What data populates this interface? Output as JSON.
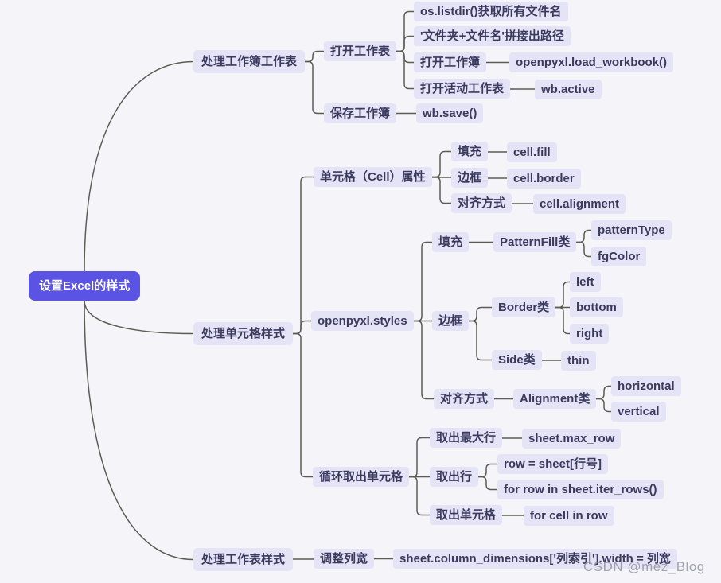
{
  "colors": {
    "canvas": "#f4f4f9",
    "node_bg": "#e5e3f6",
    "node_text": "#3b3a5e",
    "root_bg": "#5b53e3",
    "root_text": "#ffffff",
    "line": "#5c5c54",
    "watermark": "#8f8f9c"
  },
  "watermark": "CSDN @mez_Blog",
  "nodes": {
    "root": {
      "label": "设置Excel的样式"
    },
    "wb_ws": {
      "label": "处理工作簿工作表"
    },
    "open_ws": {
      "label": "打开工作表"
    },
    "os_listdir": {
      "label": "os.listdir()获取所有文件名"
    },
    "path_join": {
      "label": "'文件夹+文件名'拼接出路径"
    },
    "open_wb": {
      "label": "打开工作簿"
    },
    "load_wb": {
      "label": "openpyxl.load_workbook()"
    },
    "open_active": {
      "label": "打开活动工作表"
    },
    "wb_active": {
      "label": "wb.active"
    },
    "save_wb": {
      "label": "保存工作簿"
    },
    "wb_save": {
      "label": "wb.save()"
    },
    "cell_style": {
      "label": "处理单元格样式"
    },
    "cell_attr": {
      "label": "单元格（Cell）属性"
    },
    "fill1": {
      "label": "填充"
    },
    "cell_fill": {
      "label": "cell.fill"
    },
    "border1": {
      "label": "边框"
    },
    "cell_border": {
      "label": "cell.border"
    },
    "align1": {
      "label": "对齐方式"
    },
    "cell_alignment": {
      "label": "cell.alignment"
    },
    "styles": {
      "label": "openpyxl.styles"
    },
    "fill2": {
      "label": "填充"
    },
    "patternfill": {
      "label": "PatternFill类"
    },
    "patterntype": {
      "label": "patternType"
    },
    "fgcolor": {
      "label": "fgColor"
    },
    "border2": {
      "label": "边框"
    },
    "border_cls": {
      "label": "Border类"
    },
    "b_left": {
      "label": "left"
    },
    "b_bottom": {
      "label": "bottom"
    },
    "b_right": {
      "label": "right"
    },
    "side_cls": {
      "label": "Side类"
    },
    "thin": {
      "label": "thin"
    },
    "align2": {
      "label": "对齐方式"
    },
    "alignment_cls": {
      "label": "Alignment类"
    },
    "horizontal": {
      "label": "horizontal"
    },
    "vertical": {
      "label": "vertical"
    },
    "loop_cells": {
      "label": "循环取出单元格"
    },
    "max_row": {
      "label": "取出最大行"
    },
    "sheet_max_row": {
      "label": "sheet.max_row"
    },
    "get_row": {
      "label": "取出行"
    },
    "row_sheet": {
      "label": "row = sheet[行号]"
    },
    "iter_rows": {
      "label": "for row in sheet.iter_rows()"
    },
    "get_cell": {
      "label": "取出单元格"
    },
    "cell_in_row": {
      "label": "for cell in row"
    },
    "sheet_style": {
      "label": "处理工作表样式"
    },
    "col_width": {
      "label": "调整列宽"
    },
    "col_dim": {
      "label": "sheet.column_dimensions['列索引'].width = 列宽"
    }
  },
  "edges": [
    {
      "from": "root",
      "to": "wb_ws",
      "curve": true
    },
    {
      "from": "root",
      "to": "cell_style",
      "curve": true
    },
    {
      "from": "root",
      "to": "sheet_style",
      "curve": true
    },
    {
      "from": "wb_ws",
      "to": "open_ws"
    },
    {
      "from": "wb_ws",
      "to": "save_wb"
    },
    {
      "from": "open_ws",
      "to": "os_listdir"
    },
    {
      "from": "open_ws",
      "to": "path_join"
    },
    {
      "from": "open_ws",
      "to": "open_wb"
    },
    {
      "from": "open_ws",
      "to": "open_active"
    },
    {
      "from": "open_wb",
      "to": "load_wb"
    },
    {
      "from": "open_active",
      "to": "wb_active"
    },
    {
      "from": "save_wb",
      "to": "wb_save"
    },
    {
      "from": "cell_style",
      "to": "cell_attr"
    },
    {
      "from": "cell_style",
      "to": "styles"
    },
    {
      "from": "cell_style",
      "to": "loop_cells"
    },
    {
      "from": "cell_attr",
      "to": "fill1"
    },
    {
      "from": "cell_attr",
      "to": "border1"
    },
    {
      "from": "cell_attr",
      "to": "align1"
    },
    {
      "from": "fill1",
      "to": "cell_fill"
    },
    {
      "from": "border1",
      "to": "cell_border"
    },
    {
      "from": "align1",
      "to": "cell_alignment"
    },
    {
      "from": "styles",
      "to": "fill2"
    },
    {
      "from": "styles",
      "to": "border2"
    },
    {
      "from": "styles",
      "to": "align2"
    },
    {
      "from": "fill2",
      "to": "patternfill"
    },
    {
      "from": "patternfill",
      "to": "patterntype"
    },
    {
      "from": "patternfill",
      "to": "fgcolor"
    },
    {
      "from": "border2",
      "to": "border_cls"
    },
    {
      "from": "border2",
      "to": "side_cls"
    },
    {
      "from": "border_cls",
      "to": "b_left"
    },
    {
      "from": "border_cls",
      "to": "b_bottom"
    },
    {
      "from": "border_cls",
      "to": "b_right"
    },
    {
      "from": "side_cls",
      "to": "thin"
    },
    {
      "from": "align2",
      "to": "alignment_cls"
    },
    {
      "from": "alignment_cls",
      "to": "horizontal"
    },
    {
      "from": "alignment_cls",
      "to": "vertical"
    },
    {
      "from": "loop_cells",
      "to": "max_row"
    },
    {
      "from": "loop_cells",
      "to": "get_row"
    },
    {
      "from": "loop_cells",
      "to": "get_cell"
    },
    {
      "from": "max_row",
      "to": "sheet_max_row"
    },
    {
      "from": "get_row",
      "to": "row_sheet"
    },
    {
      "from": "get_row",
      "to": "iter_rows"
    },
    {
      "from": "get_cell",
      "to": "cell_in_row"
    },
    {
      "from": "sheet_style",
      "to": "col_width"
    },
    {
      "from": "col_width",
      "to": "col_dim"
    }
  ]
}
